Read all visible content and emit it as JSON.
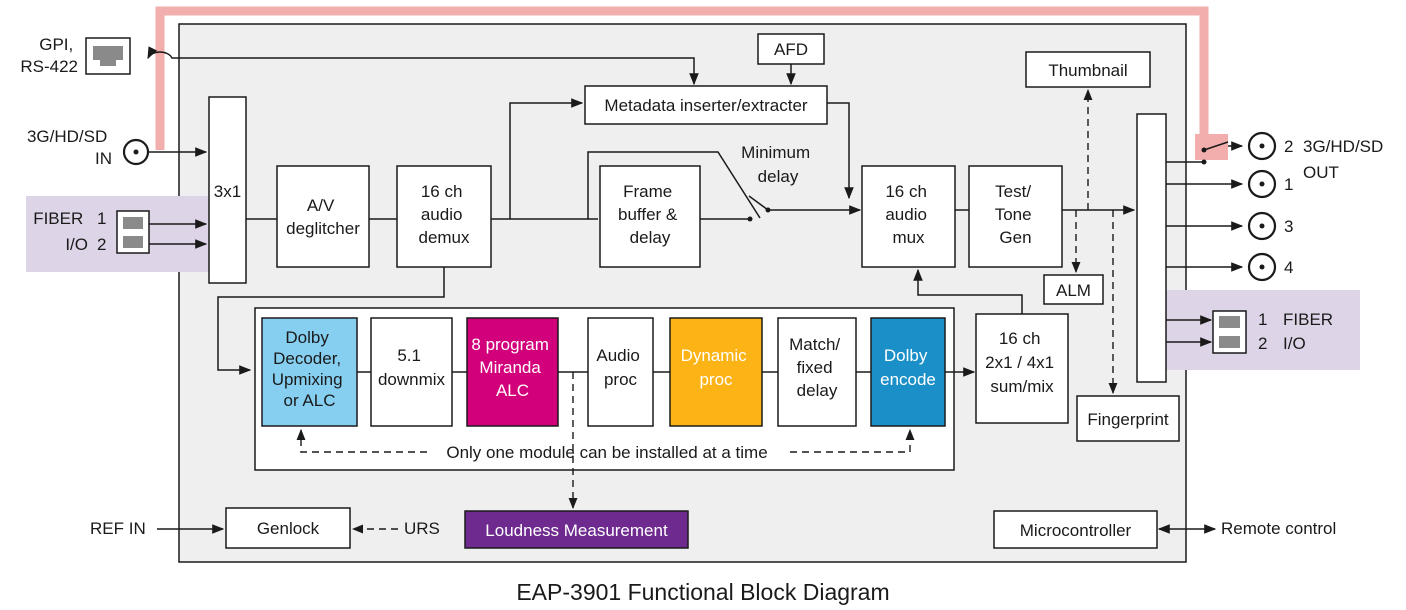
{
  "caption": "EAP-3901 Functional Block Diagram",
  "colors": {
    "panel": "#efeff0",
    "fiber_region": "#ddd5e7",
    "highlight_path": "#f2aeac",
    "dolby_decoder": "#86cff1",
    "miranda_alc": "#d2007b",
    "dynamic_proc": "#fcb316",
    "dolby_encode": "#1b90c8",
    "loudness": "#6e2a8f"
  },
  "inputs": {
    "gpi": [
      "GPI,",
      "RS-422"
    ],
    "sdi_in": [
      "3G/HD/SD",
      "IN"
    ],
    "fiber_in": [
      "FIBER",
      "I/O"
    ],
    "fiber_in_ports": [
      "1",
      "2"
    ],
    "ref_in": "REF IN",
    "urs": "URS"
  },
  "outputs": {
    "sdi_out": [
      "3G/HD/SD",
      "OUT"
    ],
    "sdi_out_ports": [
      "2",
      "1",
      "3",
      "4"
    ],
    "fiber_out": [
      "FIBER",
      "I/O"
    ],
    "fiber_out_ports": [
      "1",
      "2"
    ],
    "remote": "Remote control"
  },
  "blocks": {
    "mux3x1": "3x1",
    "deglitcher": [
      "A/V",
      "deglitcher"
    ],
    "demux": [
      "16 ch",
      "audio",
      "demux"
    ],
    "afd": "AFD",
    "metadata": "Metadata inserter/extracter",
    "frame_buffer": [
      "Frame",
      "buffer &",
      "delay"
    ],
    "min_delay": [
      "Minimum",
      "delay"
    ],
    "audio_mux": [
      "16 ch",
      "audio",
      "mux"
    ],
    "test_tone": [
      "Test/",
      "Tone",
      "Gen"
    ],
    "thumbnail": "Thumbnail",
    "alm": "ALM",
    "fingerprint": "Fingerprint",
    "dolby_decoder": [
      "Dolby",
      "Decoder,",
      "Upmixing",
      "or ALC"
    ],
    "downmix": [
      "5.1",
      "downmix"
    ],
    "miranda_alc": [
      "8 program",
      "Miranda",
      "ALC"
    ],
    "audio_proc": [
      "Audio",
      "proc"
    ],
    "dynamic_proc": [
      "Dynamic",
      "proc"
    ],
    "match_delay": [
      "Match/",
      "fixed",
      "delay"
    ],
    "dolby_encode": [
      "Dolby",
      "encode"
    ],
    "sum_mix": [
      "16 ch",
      "2x1 / 4x1",
      "sum/mix"
    ],
    "module_note": "Only one module can be installed at a time",
    "genlock": "Genlock",
    "loudness": "Loudness Measurement",
    "microcontroller": "Microcontroller"
  }
}
